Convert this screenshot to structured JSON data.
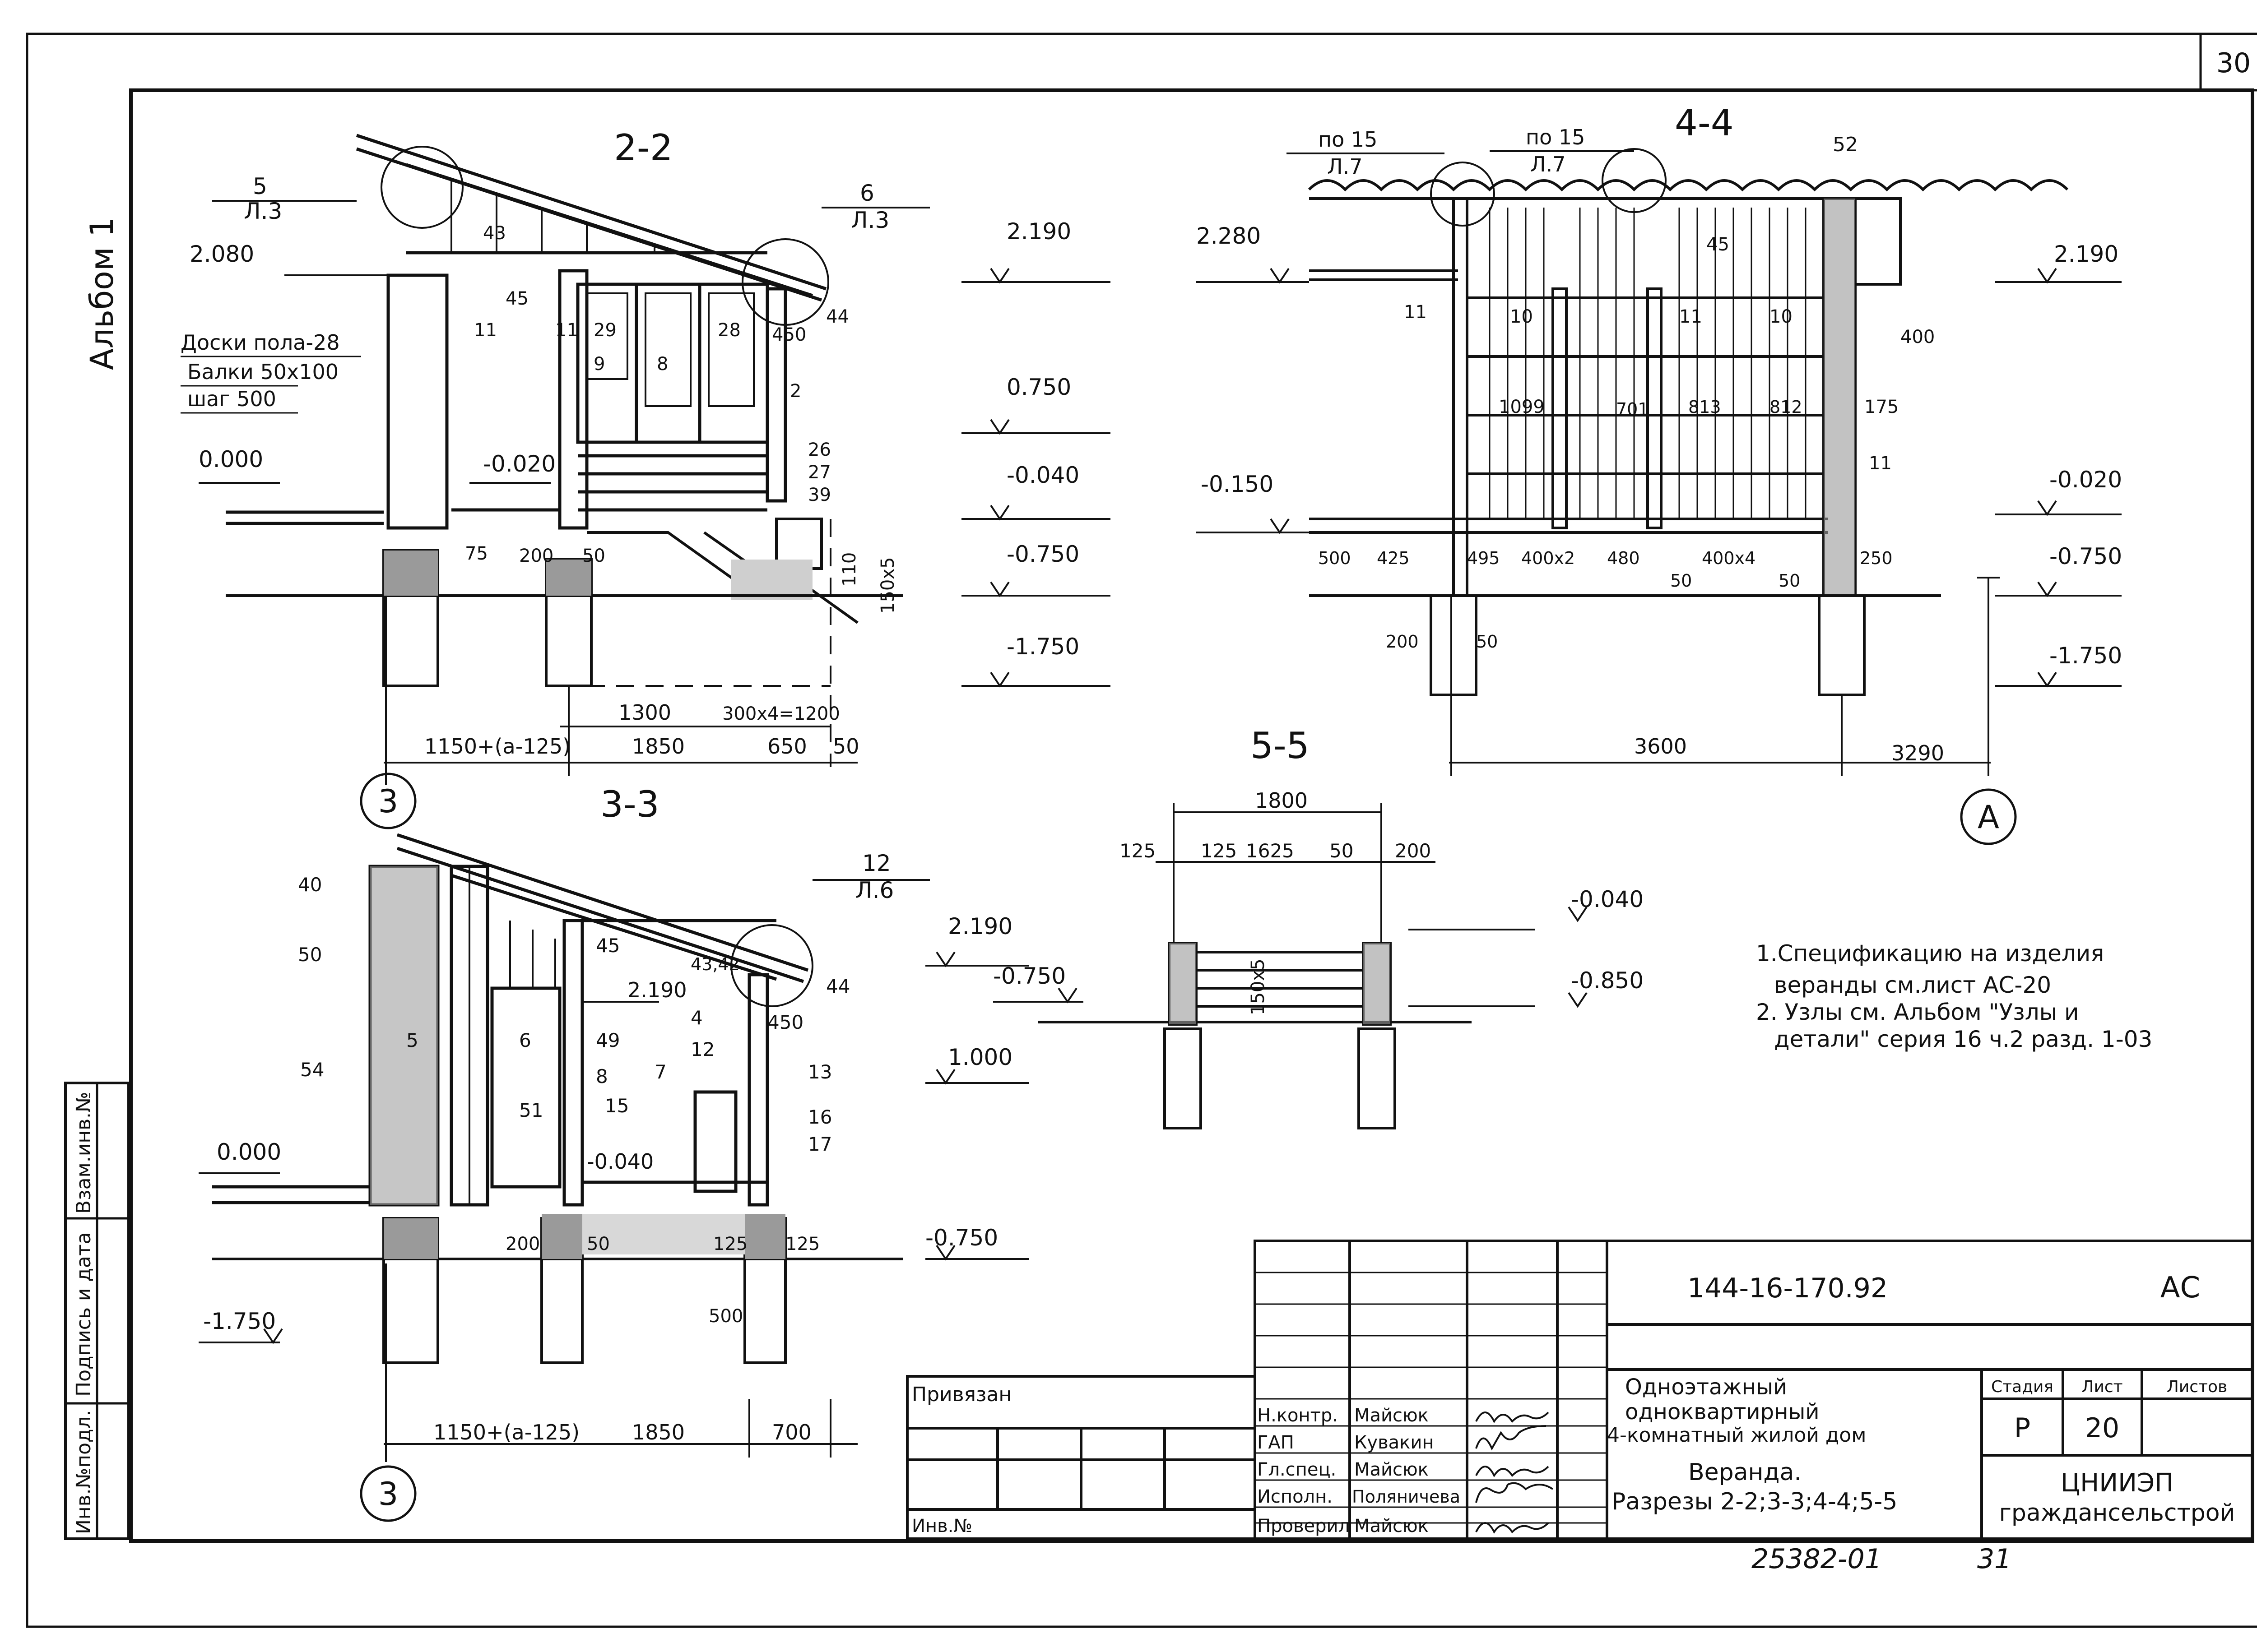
{
  "sheet_number": "30",
  "album": "Альбом 1",
  "sections": {
    "s22": {
      "title": "2-2"
    },
    "s33": {
      "title": "3-3"
    },
    "s44": {
      "title": "4-4"
    },
    "s55": {
      "title": "5-5"
    }
  },
  "s22": {
    "callout_left": {
      "num": "5",
      "sheet": "Л.3"
    },
    "callout_right": {
      "num": "6",
      "sheet": "Л.3"
    },
    "levels": {
      "l1": "2.080",
      "l2": "2.190",
      "l3": "0.750",
      "l4": "0.000",
      "l5": "-0.020",
      "l6": "-0.040",
      "l7": "-0.750",
      "l8": "-1.750"
    },
    "floor_note": [
      "Доски пола-28",
      "Балки 50x100",
      "шаг 500"
    ],
    "marks": [
      "43",
      "45",
      "11",
      "11",
      "9",
      "29",
      "8",
      "28",
      "450",
      "44",
      "2",
      "26",
      "27",
      "39",
      "75",
      "200",
      "50",
      "110",
      "150x5"
    ],
    "dims": {
      "d1": "1300",
      "d2": "300x4=1200",
      "d3": "1150+(a-125)",
      "d4": "1850",
      "d5": "650",
      "d6": "50"
    },
    "axis": "3"
  },
  "s33": {
    "callout": {
      "num": "12",
      "sheet": "Л.6"
    },
    "levels": {
      "l1": "2.190",
      "l2": "2.190",
      "l3": "1.000",
      "l4": "0.000",
      "l5": "-0.040",
      "l6": "-0.750",
      "l7": "-1.750"
    },
    "marks": [
      "40",
      "50",
      "54",
      "5",
      "6",
      "51",
      "45",
      "43,42",
      "49",
      "8",
      "4",
      "450",
      "44",
      "7",
      "12",
      "13",
      "15",
      "16",
      "17",
      "200",
      "50",
      "125",
      "125",
      "500"
    ],
    "dims": {
      "d1": "1150+(a-125)",
      "d2": "1850",
      "d3": "700"
    },
    "axis": "3"
  },
  "s44": {
    "callouts": [
      {
        "num": "по 15",
        "sheet": "Л.7"
      },
      {
        "num": "по 15",
        "sheet": "Л.7"
      }
    ],
    "levels": {
      "l1": "2.280",
      "l2": "2.190",
      "l3": "-0.150",
      "l4": "-0.020",
      "l5": "-0.750",
      "l6": "-1.750"
    },
    "marks": [
      "52",
      "45",
      "11",
      "10",
      "11",
      "10",
      "400",
      "175",
      "11",
      "1099",
      "701",
      "813",
      "812",
      "500",
      "425",
      "495",
      "400x2",
      "480",
      "400x4",
      "250",
      "50",
      "50",
      "200",
      "50"
    ],
    "dims": {
      "d1": "3600",
      "d2": "3290"
    },
    "axis": "A"
  },
  "s55": {
    "levels": {
      "l1": "-0.040",
      "l2": "-0.750",
      "l3": "-0.850"
    },
    "dims": {
      "d1": "1800",
      "d2": "125",
      "d3": "125",
      "d4": "1625",
      "d5": "50",
      "d6": "200",
      "d7": "150x5"
    }
  },
  "notes": [
    "1.Спецификацию на изделия",
    "веранды см.лист АС-20",
    "2. Узлы см. Альбом \"Узлы и",
    "детали\" серия 16 ч.2 разд. 1-03"
  ],
  "title_block": {
    "code": "144-16-170.92",
    "mark": "АС",
    "project": [
      "Одноэтажный",
      "одноквартирный",
      "4-комнатный жилой дом"
    ],
    "drawing": [
      "Веранда.",
      "Разрезы 2-2;3-3;4-4;5-5"
    ],
    "stage_label": "Стадия",
    "sheet_label": "Лист",
    "sheets_label": "Листов",
    "stage": "Р",
    "sheet": "20",
    "org": [
      "ЦНИИЭП",
      "граждансельстрой"
    ],
    "tied": "Привязан",
    "inv": "Инв.№",
    "roles": [
      {
        "role": "Н.контр.",
        "name": "Майсюк"
      },
      {
        "role": "ГАП",
        "name": "Кувакин"
      },
      {
        "role": "Гл.спец.",
        "name": "Майсюк"
      },
      {
        "role": "Исполн.",
        "name": "Поляничева"
      },
      {
        "role": "Проверил",
        "name": "Майсюк"
      }
    ],
    "side_stamp": [
      "Инв.№подл.",
      "Подпись и дата",
      "Взам.инв.№"
    ],
    "bottom_code": "25382-01",
    "bottom_num": "31"
  }
}
